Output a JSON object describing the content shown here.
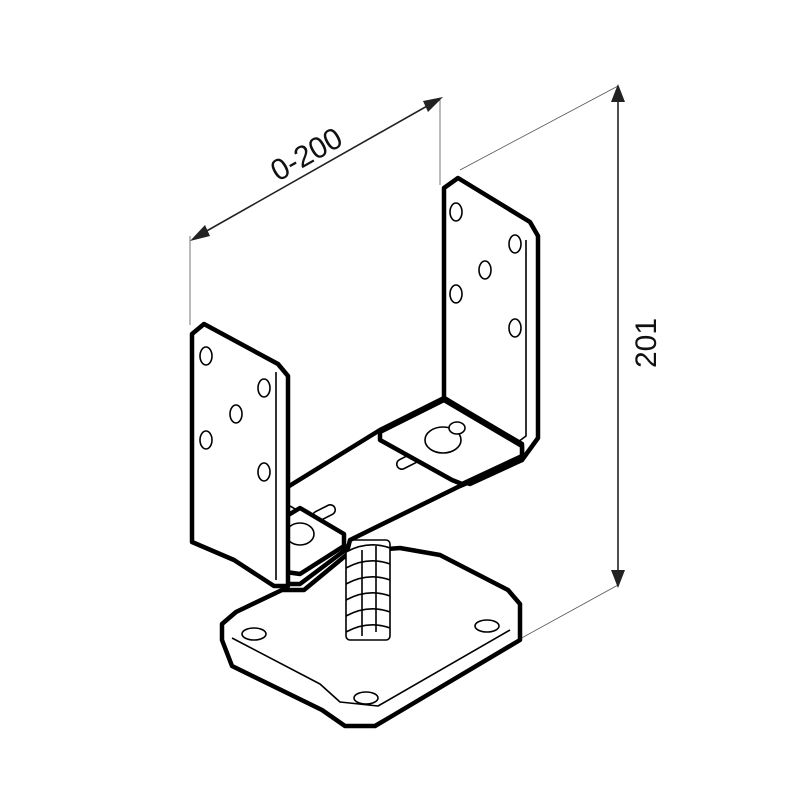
{
  "dimensions": {
    "width_label": "0-200",
    "height_label": "201"
  },
  "colors": {
    "line": "#000000",
    "fill": "#ffffff",
    "dimension": "#222222"
  },
  "parts": [
    "u-bracket",
    "threaded-rod",
    "base-plate"
  ]
}
